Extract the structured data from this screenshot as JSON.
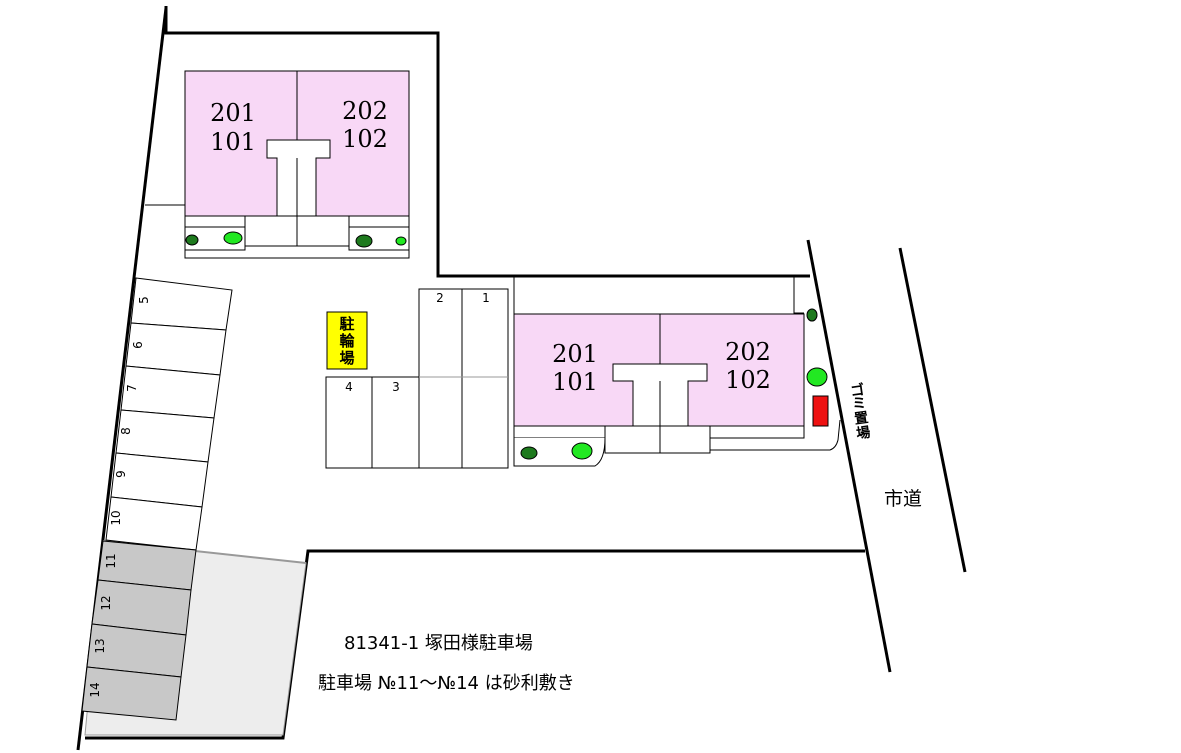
{
  "building_a": {
    "upper_left": "201",
    "lower_left": "101",
    "upper_right": "202",
    "lower_right": "102"
  },
  "building_b": {
    "upper_left": "201",
    "lower_left": "101",
    "upper_right": "202",
    "lower_right": "102"
  },
  "parking_west": [
    "5",
    "6",
    "7",
    "8",
    "9",
    "10",
    "11",
    "12",
    "13",
    "14"
  ],
  "parking_center": [
    "1",
    "2",
    "3",
    "4"
  ],
  "bicycle_parking_label": [
    "駐",
    "輪",
    "場"
  ],
  "garbage_area_label": [
    "ゴ",
    "ミ",
    "置",
    "場"
  ],
  "road_label": "市道",
  "title": "81341-1 塚田様駐車場",
  "note": "駐車場 №11～№14 は砂利敷き",
  "colors": {
    "unit_fill": "#f8d8f6",
    "bike_fill": "#ffff00",
    "garbage_fill": "#ee1111",
    "tree_dark": "#1e7a1e",
    "tree_light": "#22e822",
    "gravel_slot": "#c8c8c8",
    "gravel_area": "#ededed"
  }
}
